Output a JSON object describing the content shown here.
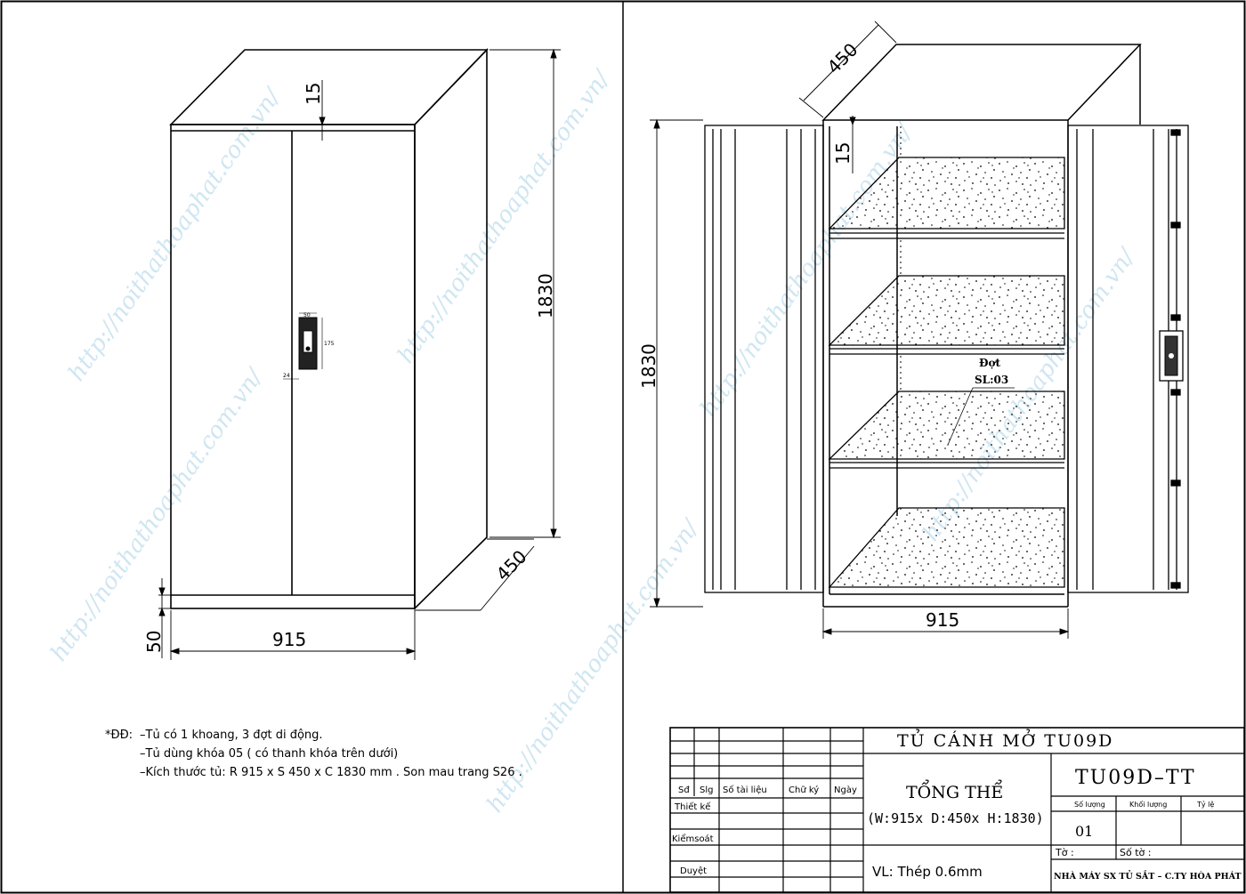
{
  "watermark": "http://noithathoaphat.com.vn/",
  "front_view": {
    "dims": {
      "top_gap": "15",
      "height": "1830",
      "depth": "450",
      "width": "915",
      "plinth": "50"
    },
    "lock_labels": {
      "lock_w": "50",
      "lock_h": "175",
      "lock_offset": "24"
    }
  },
  "open_view": {
    "dims": {
      "depth": "450",
      "top_gap": "15",
      "height": "1830",
      "width": "915"
    },
    "shelf_label": "Đợt",
    "shelf_qty": "SL:03"
  },
  "notes": {
    "prefix": "*ĐĐ:",
    "lines": [
      "–Tủ có 1 khoang, 3 đợt di động.",
      "–Tủ dùng khóa 05 ( có thanh khóa  trên dưới)",
      "–Kích thước tủ: R 915 x S 450 x C 1830 mm . Son mau trang S26 ."
    ]
  },
  "title_block": {
    "product_title": "TỦ CÁNH MỞ TU09D",
    "view_name": "TỔNG THỂ",
    "dimensions_text": "(W:915x  D:450x  H:1830)",
    "drawing_code": "TU09D–TT",
    "col_headers": [
      "Sđ",
      "Slg",
      "Số tài liệu",
      "Chữ ký",
      "Ngày"
    ],
    "roles": [
      "Thiết kế",
      "Kiểmsoát",
      "Duyệt"
    ],
    "qty_label": "Số lượng",
    "weight_label": "Khối lượng",
    "scale_label": "Tỷ lệ",
    "qty_value": "01",
    "sheet_label": "Tờ :",
    "sheet_count_label": "Số tờ :",
    "material": "VL:  Thép  0.6mm",
    "factory": "NHÀ MÁY SX TỦ SẮT – C.TY HÒA PHÁT"
  }
}
